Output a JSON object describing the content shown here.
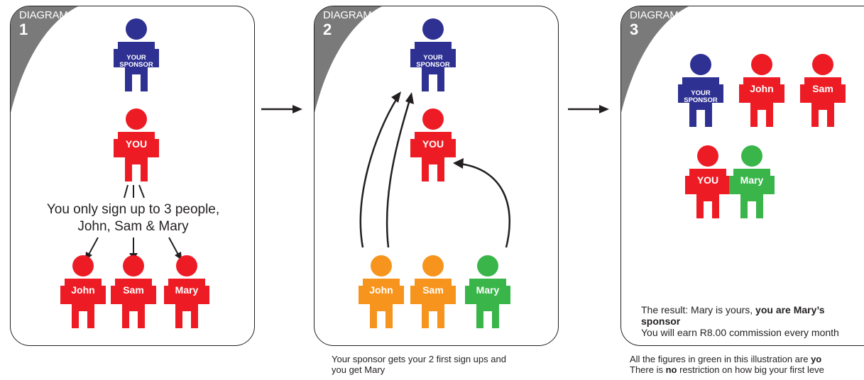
{
  "colors": {
    "sponsor": "#2e3192",
    "red": "#ed1c24",
    "orange": "#f7941d",
    "green": "#39b54a",
    "corner": "#7a7a7a"
  },
  "panels": [
    {
      "label": "DIAGRAM",
      "number": "1",
      "text_line1": "You only sign up to 3 people,",
      "text_line2": "John, Sam & Mary",
      "figures": [
        {
          "name": "YOUR SPONSOR",
          "line1": "YOUR",
          "line2": "SPONSOR",
          "color": "sponsor"
        },
        {
          "name": "YOU",
          "color": "red"
        },
        {
          "name": "John",
          "color": "red"
        },
        {
          "name": "Sam",
          "color": "red"
        },
        {
          "name": "Mary",
          "color": "red"
        }
      ]
    },
    {
      "label": "DIAGRAM",
      "number": "2",
      "figures": [
        {
          "name": "YOUR SPONSOR",
          "line1": "YOUR",
          "line2": "SPONSOR",
          "color": "sponsor"
        },
        {
          "name": "YOU",
          "color": "red"
        },
        {
          "name": "John",
          "color": "orange"
        },
        {
          "name": "Sam",
          "color": "orange"
        },
        {
          "name": "Mary",
          "color": "green"
        }
      ],
      "caption_line1": "Your sponsor gets your 2 first sign ups and",
      "caption_line2": "you get Mary"
    },
    {
      "label": "DIAGRAM",
      "number": "3",
      "figures": [
        {
          "name": "YOUR SPONSOR",
          "line1": "YOUR",
          "line2": "SPONSOR",
          "color": "sponsor"
        },
        {
          "name": "John",
          "color": "red"
        },
        {
          "name": "Sam",
          "color": "red"
        },
        {
          "name": "YOU",
          "color": "red"
        },
        {
          "name": "Mary",
          "color": "green"
        }
      ],
      "result_prefix": "The result: Mary is yours, ",
      "result_bold": "you are Mary’s",
      "result_bold2": "sponsor",
      "result_line3": "You will earn R8.00 commission every month",
      "caption_line1_prefix": "All the figures in green in this illustration are ",
      "caption_line1_bold": "yo",
      "caption_line2_prefix": "There is ",
      "caption_line2_bold": "no",
      "caption_line2_suffix": " restriction on how big your first leve"
    }
  ]
}
